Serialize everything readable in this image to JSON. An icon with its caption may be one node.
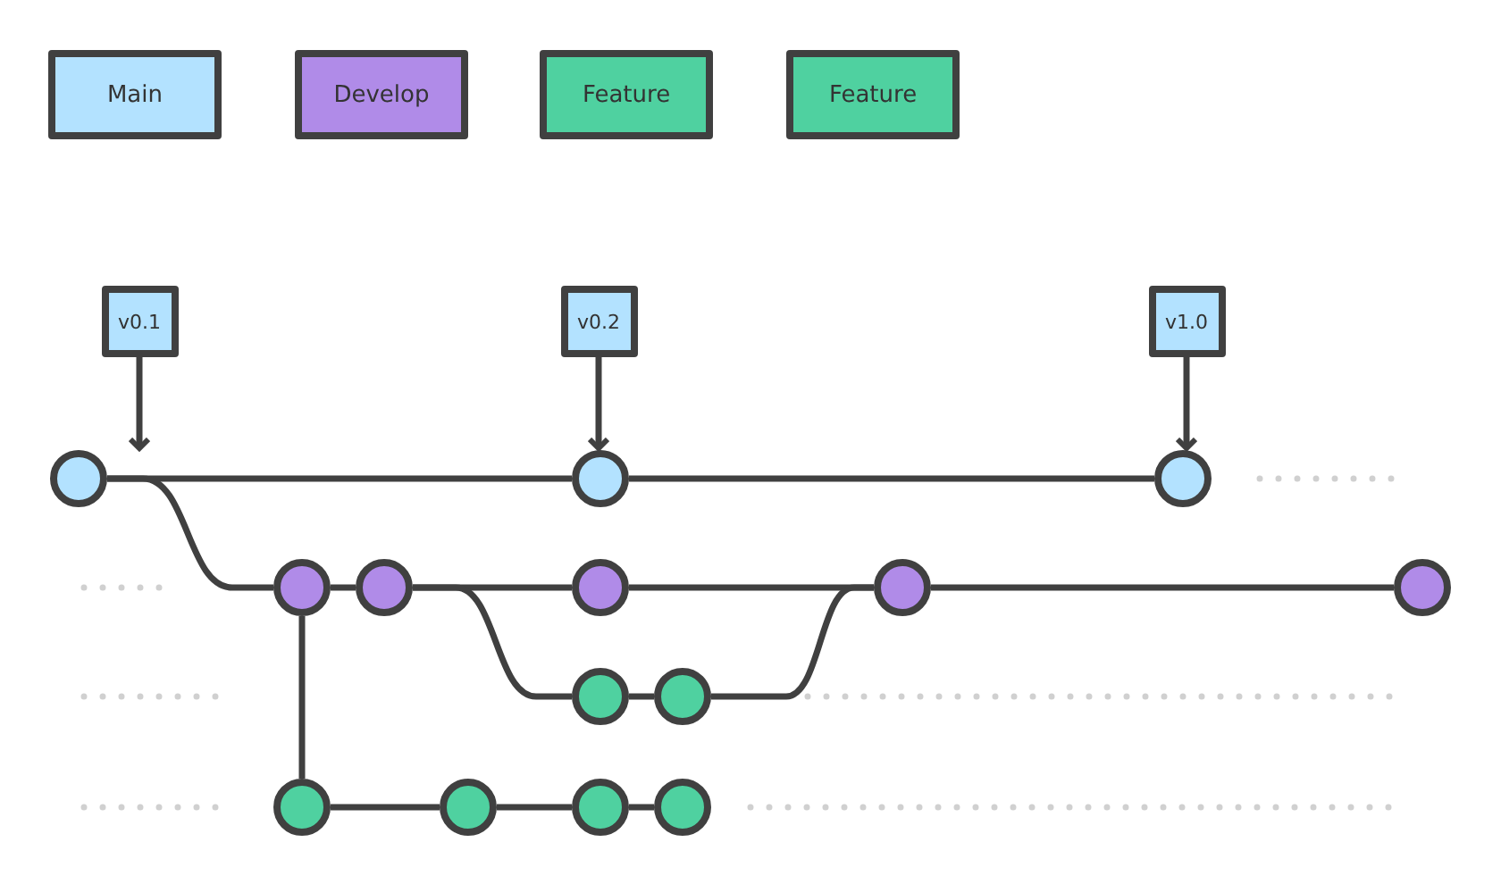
{
  "diagram": {
    "nodes": [
      {
        "text": [
          "v0.1"
        ]
      },
      {
        "text": [
          "v0.2"
        ]
      },
      {
        "text": [
          "v1.0"
        ]
      },
      {
        "text": [],
        "shape": "circle"
      },
      {
        "text": [],
        "shape": "circle"
      },
      {
        "text": [],
        "shape": "circle"
      },
      {
        "text": [],
        "shape": "circle"
      },
      {
        "text": [],
        "shape": "circle"
      },
      {
        "text": [],
        "shape": "circle"
      },
      {
        "text": [],
        "shape": "circle"
      },
      {
        "text": [],
        "shape": "circle"
      },
      {
        "text": [],
        "shape": "circle"
      },
      {
        "text": [],
        "shape": "circle"
      },
      {
        "text": [],
        "shape": "circle"
      },
      {
        "text": [],
        "shape": "circle"
      },
      {
        "text": [],
        "shape": "circle"
      },
      {
        "text": [],
        "shape": "circle"
      }
    ],
    "edges": [
      {
        "from": 0,
        "to": 3,
        "arrow": "to"
      },
      {
        "from": 1,
        "to": 4,
        "arrow": "to"
      },
      {
        "from": 2,
        "to": 5,
        "arrow": "to"
      },
      {
        "from": 3,
        "to": 4,
        "arrow": "none"
      },
      {
        "from": 4,
        "to": 5,
        "arrow": "none"
      },
      {
        "from": 3,
        "to": 6,
        "arrow": "none"
      },
      {
        "from": 6,
        "to": 7,
        "arrow": "none"
      },
      {
        "from": 7,
        "to": 8,
        "arrow": "none"
      },
      {
        "from": 8,
        "to": 9,
        "arrow": "none"
      },
      {
        "from": 9,
        "to": 10,
        "arrow": "none"
      },
      {
        "from": 7,
        "to": 11,
        "arrow": "none"
      },
      {
        "from": 11,
        "to": 12,
        "arrow": "none"
      },
      {
        "from": 12,
        "to": 9,
        "arrow": "none"
      },
      {
        "from": 6,
        "to": 13,
        "arrow": "none"
      },
      {
        "from": 13,
        "to": 14,
        "arrow": "none"
      },
      {
        "from": 14,
        "to": 15,
        "arrow": "none"
      },
      {
        "from": 15,
        "to": 16,
        "arrow": "none"
      }
    ],
    "legend": [
      {
        "text": "Main",
        "color": "#b3e2ff"
      },
      {
        "text": "Develop",
        "color": "#b08be8"
      },
      {
        "text": "Feature",
        "color": "#4fd1a0"
      },
      {
        "text": "Feature",
        "color": "#4fd1a0"
      }
    ]
  }
}
